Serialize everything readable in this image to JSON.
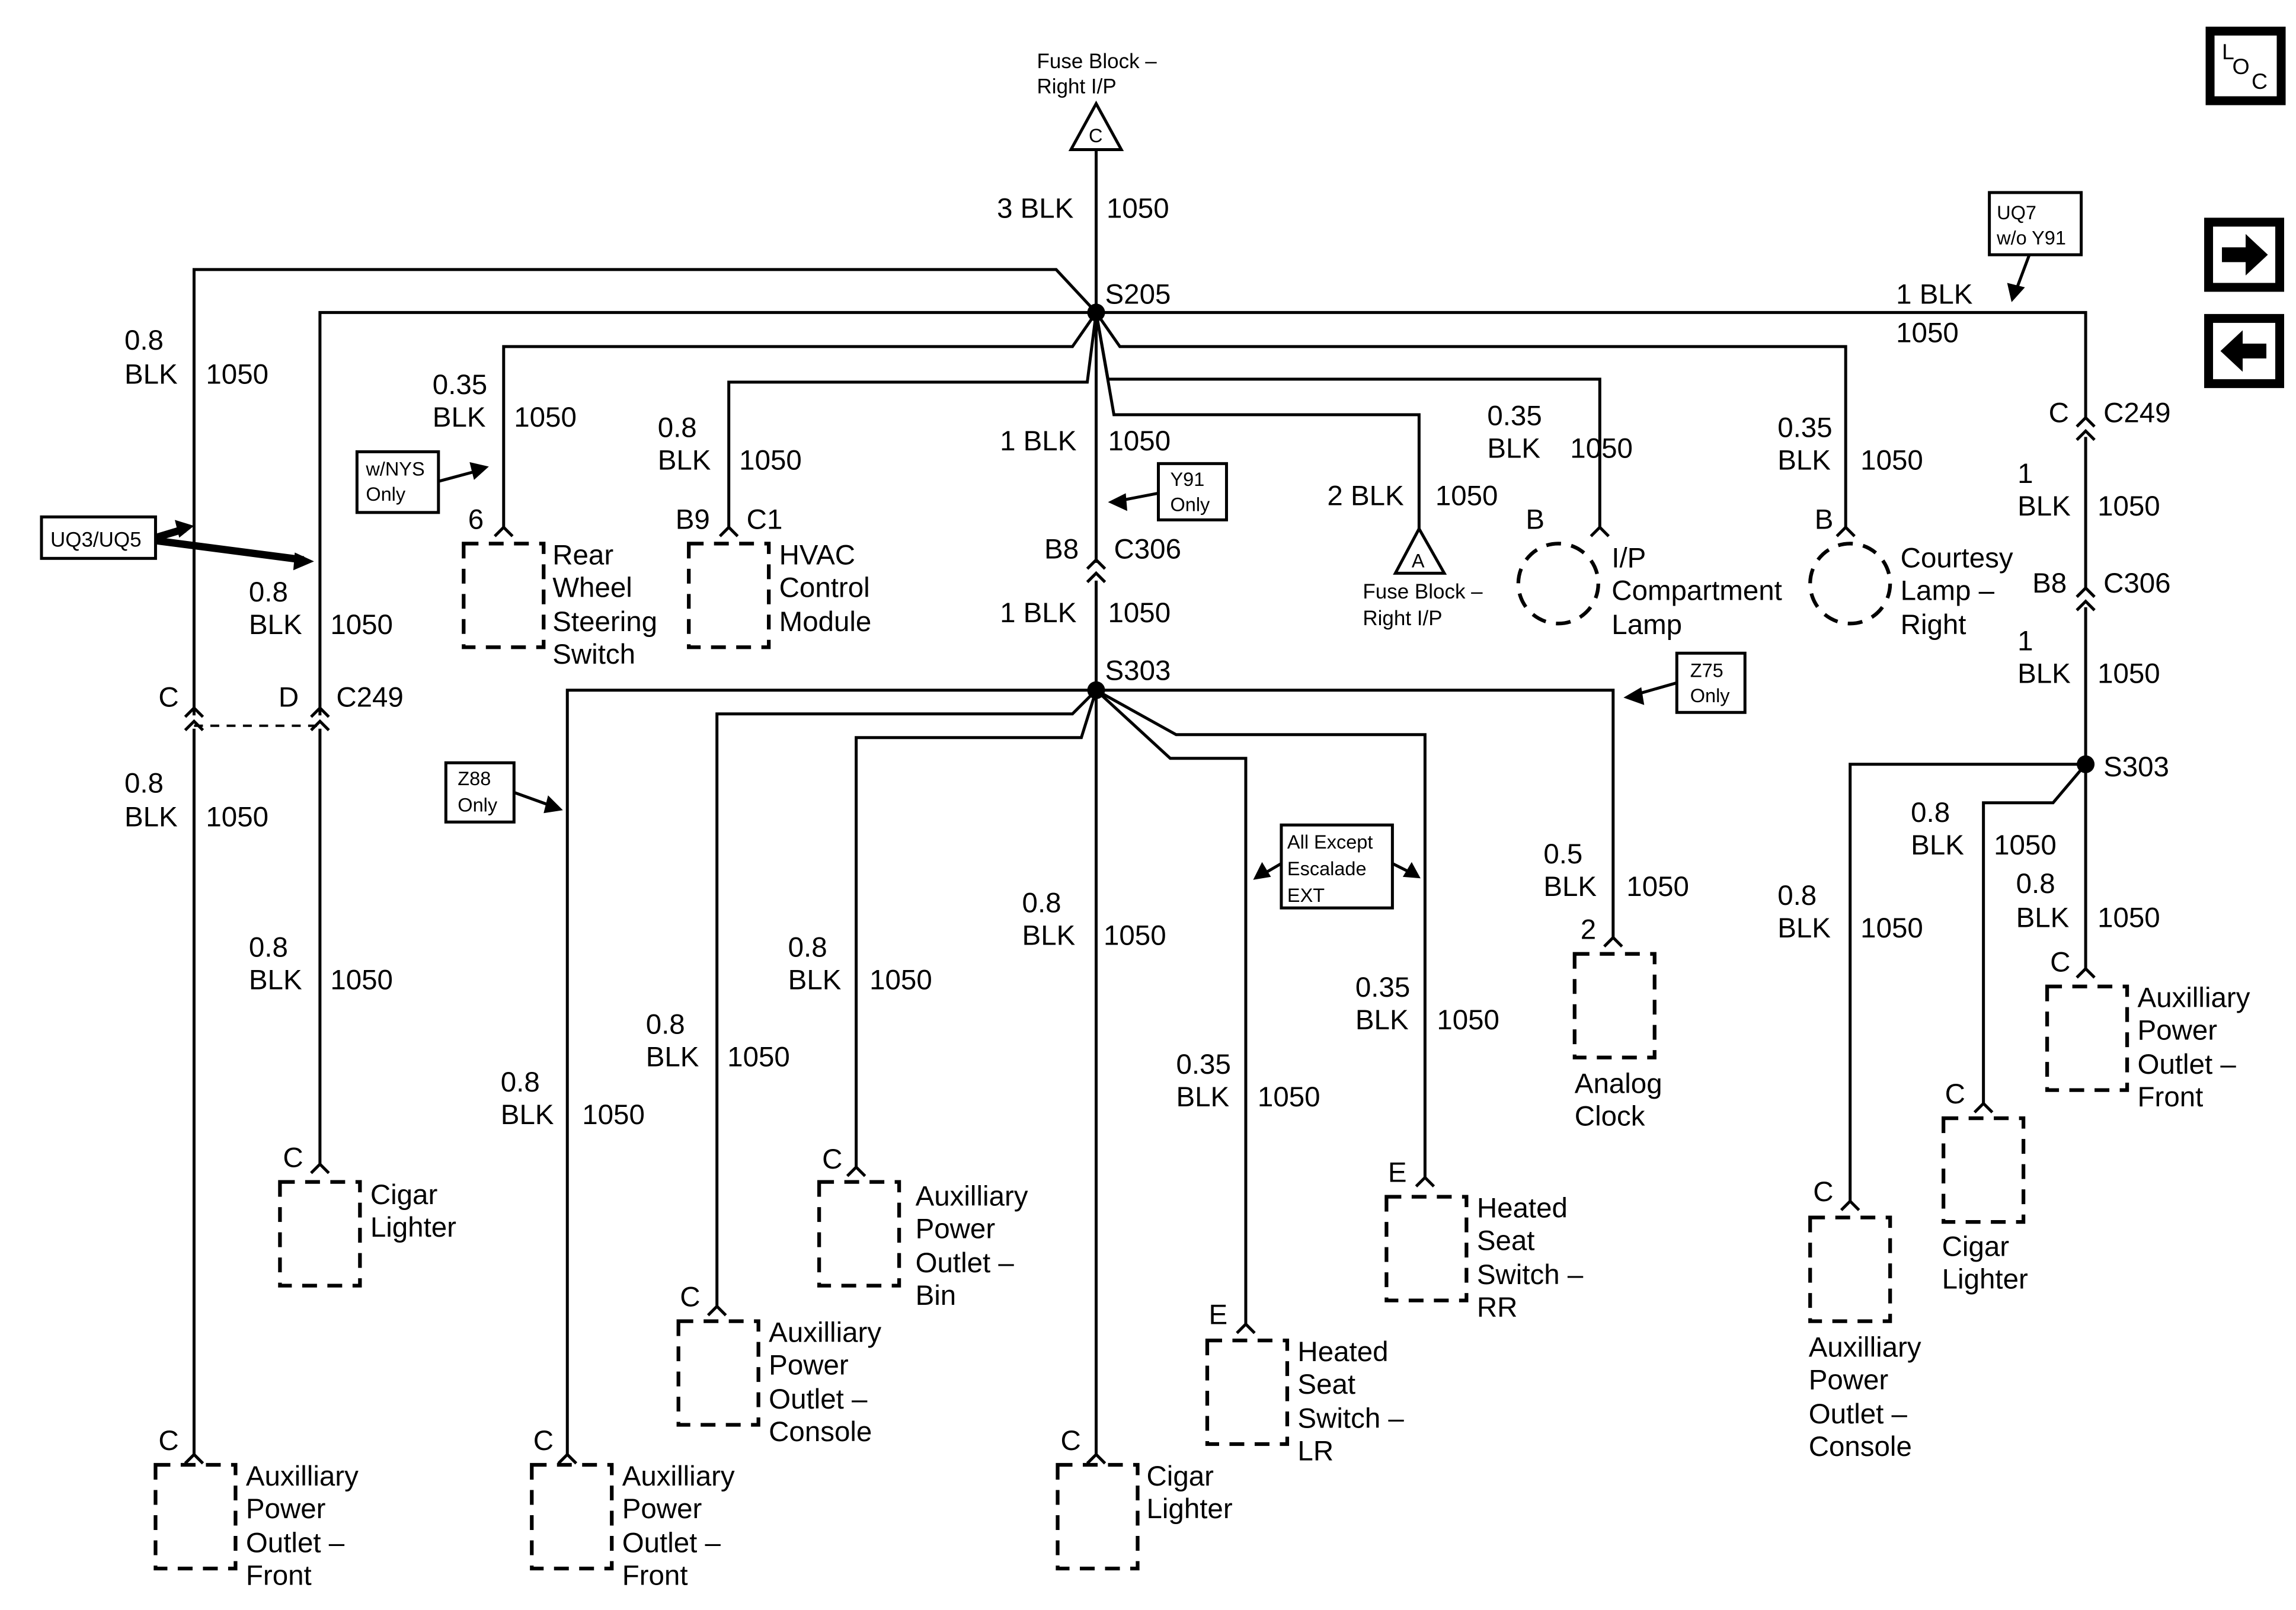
{
  "icons": {
    "loc": "loc-icon",
    "next": "right-arrow-icon",
    "prev": "left-arrow-icon"
  },
  "loc_text": {
    "l": "L",
    "o": "O",
    "c": "C"
  },
  "top_source": {
    "l1": "Fuse Block –",
    "l2": "Right I/P",
    "letter": "C"
  },
  "main_wire": {
    "gauge": "3 BLK",
    "circuit": "1050"
  },
  "splices": {
    "s205": "S205",
    "s303": "S303",
    "s303_right": "S303"
  },
  "left_branch": {
    "gauge1": "0.8",
    "gauge2": "BLK",
    "circuit": "1050"
  },
  "left_branch2": {
    "gauge1": "0.8",
    "gauge2": "BLK",
    "circuit": "1050"
  },
  "left_lower": {
    "gauge1": "0.8",
    "gauge2": "BLK",
    "circuit": "1050"
  },
  "left_lower2": {
    "gauge1": "0.8",
    "gauge2": "BLK",
    "circuit": "1050"
  },
  "c249_left": {
    "pin_c": "C",
    "pin_d": "D",
    "name": "C249"
  },
  "opt_uq3": "UQ3/UQ5",
  "opt_wnys": {
    "l1": "w/NYS",
    "l2": "Only"
  },
  "opt_y91": {
    "l1": "Y91",
    "l2": "Only"
  },
  "opt_uq7": {
    "l1": "UQ7",
    "l2": "w/o Y91"
  },
  "opt_z75": {
    "l1": "Z75",
    "l2": "Only"
  },
  "opt_z88": {
    "l1": "Z88",
    "l2": "Only"
  },
  "opt_allexcept": {
    "l1": "All Except",
    "l2": "Escalade",
    "l3": "EXT"
  },
  "rws": {
    "gauge1": "0.35",
    "gauge2": "BLK",
    "circuit": "1050",
    "pin": "6",
    "label": [
      "Rear",
      "Wheel",
      "Steering",
      "Switch"
    ]
  },
  "hvac": {
    "gauge1": "0.8",
    "gauge2": "BLK",
    "circuit": "1050",
    "pin": "B9",
    "conn": "C1",
    "label": [
      "HVAC",
      "Control",
      "Module"
    ]
  },
  "center_upper": {
    "gauge": "1 BLK",
    "circuit": "1050"
  },
  "c306_center": {
    "pin": "B8",
    "name": "C306"
  },
  "center_lower": {
    "gauge": "1 BLK",
    "circuit": "1050"
  },
  "fuse_a": {
    "gauge": "2 BLK",
    "circuit": "1050",
    "letter": "A",
    "l1": "Fuse Block –",
    "l2": "Right I/P"
  },
  "ipc": {
    "gauge1": "0.35",
    "gauge2": "BLK",
    "circuit": "1050",
    "pin": "B",
    "label": [
      "I/P",
      "Compartment",
      "Lamp"
    ]
  },
  "courtesy": {
    "gauge1": "0.35",
    "gauge2": "BLK",
    "circuit": "1050",
    "pin": "B",
    "label": [
      "Courtesy",
      "Lamp –",
      "Right"
    ]
  },
  "right_top": {
    "gauge": "1 BLK",
    "circuit": "1050"
  },
  "c249_right": {
    "pin": "C",
    "name": "C249"
  },
  "right_mid1": {
    "gauge1": "1",
    "gauge2": "BLK",
    "circuit": "1050"
  },
  "c306_right": {
    "pin": "B8",
    "name": "C306"
  },
  "right_mid2": {
    "gauge1": "1",
    "gauge2": "BLK",
    "circuit": "1050"
  },
  "left_cigar": {
    "pin": "C",
    "label": [
      "Cigar",
      "Lighter"
    ]
  },
  "left_apo_front": {
    "pin": "C",
    "label": [
      "Auxilliary",
      "Power",
      "Outlet –",
      "Front"
    ]
  },
  "z88_apo": {
    "gauge1": "0.8",
    "gauge2": "BLK",
    "circuit": "1050",
    "pin": "C",
    "label": [
      "Auxilliary",
      "Power",
      "Outlet –",
      "Front"
    ]
  },
  "apo_console": {
    "gauge1": "0.8",
    "gauge2": "BLK",
    "circuit": "1050",
    "pin": "C",
    "label": [
      "Auxilliary",
      "Power",
      "Outlet –",
      "Console"
    ]
  },
  "apo_bin": {
    "gauge1": "0.8",
    "gauge2": "BLK",
    "circuit": "1050",
    "pin": "C",
    "label": [
      "Auxilliary",
      "Power",
      "Outlet –",
      "Bin"
    ]
  },
  "center_cigar": {
    "gauge1": "0.8",
    "gauge2": "BLK",
    "circuit": "1050",
    "pin": "C",
    "label": [
      "Cigar",
      "Lighter"
    ]
  },
  "hss_lr": {
    "gauge1": "0.35",
    "gauge2": "BLK",
    "circuit": "1050",
    "pin": "E",
    "label": [
      "Heated",
      "Seat",
      "Switch –",
      "LR"
    ]
  },
  "hss_rr": {
    "gauge1": "0.35",
    "gauge2": "BLK",
    "circuit": "1050",
    "pin": "E",
    "label": [
      "Heated",
      "Seat",
      "Switch –",
      "RR"
    ]
  },
  "clock": {
    "gauge1": "0.5",
    "gauge2": "BLK",
    "circuit": "1050",
    "pin": "2",
    "label": [
      "Analog",
      "Clock"
    ]
  },
  "r_console": {
    "gauge1": "0.8",
    "gauge2": "BLK",
    "circuit": "1050",
    "pin": "C",
    "label": [
      "Auxilliary",
      "Power",
      "Outlet –",
      "Console"
    ]
  },
  "r_cigar": {
    "gauge1": "0.8",
    "gauge2": "BLK",
    "circuit": "1050",
    "pin": "C",
    "label": [
      "Cigar",
      "Lighter"
    ]
  },
  "r_front": {
    "gauge1": "0.8",
    "gauge2": "BLK",
    "circuit": "1050",
    "pin": "C",
    "label": [
      "Auxilliary",
      "Power",
      "Outlet –",
      "Front"
    ]
  }
}
